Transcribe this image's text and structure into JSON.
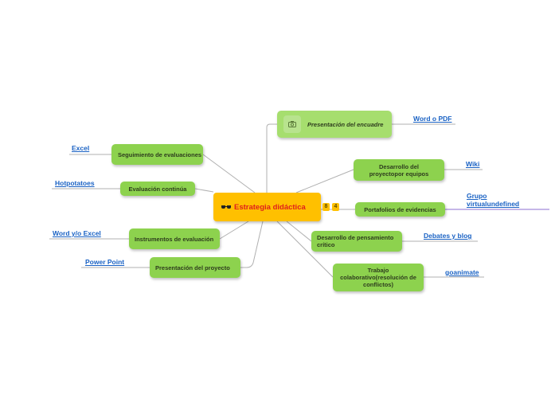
{
  "central": {
    "label": "Estrategia didáctica",
    "icon": "sunglasses-icon",
    "color": "#ffc000",
    "text_color": "#e0201b"
  },
  "badges": [
    "8",
    "4"
  ],
  "node_color": "#8dd24e",
  "link_color": "#1a62c4",
  "right_branches": [
    {
      "id": "encuadre",
      "label": "Presentación del encuadre",
      "leaf": "Word o PDF",
      "italic": true,
      "icon": "image-icon"
    },
    {
      "id": "proyecto-equipos",
      "label": "Desarrollo del proyectopor equipos",
      "leaf": "Wiki"
    },
    {
      "id": "portafolios",
      "label": "Portafolios de evidencias",
      "leaf": "Grupo virtualundefined"
    },
    {
      "id": "pensamiento",
      "label": "Desarrollo de pensamiento crítico",
      "leaf": "Debates y blog"
    },
    {
      "id": "colaborativo",
      "label": "Trabajo colaborativo(resolución de conflictos)",
      "leaf": "goanimate"
    }
  ],
  "left_branches": [
    {
      "id": "seguimiento",
      "label": "Seguimiento de evaluaciones",
      "leaf": "Excel"
    },
    {
      "id": "continua",
      "label": "Evaluación continúa",
      "leaf": "Hotpotatoes"
    },
    {
      "id": "instrumentos",
      "label": "Instrumentos de evaluación",
      "leaf": "Word y/o Excel"
    },
    {
      "id": "presentacion-proyecto",
      "label": "Presentación del proyecto",
      "leaf": "Power Point"
    }
  ]
}
